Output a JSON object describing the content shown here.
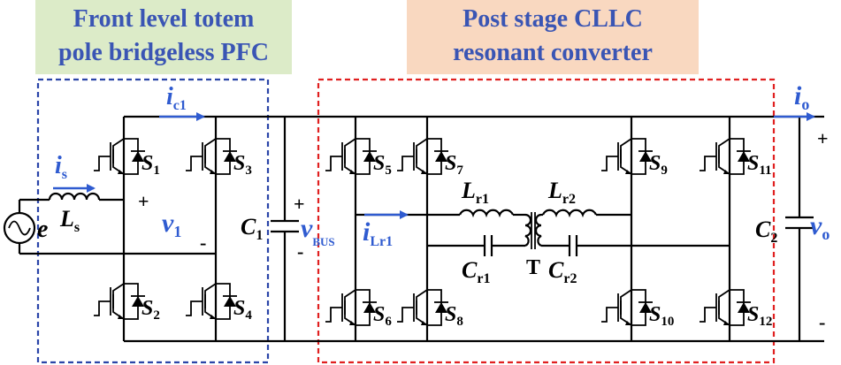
{
  "titles": {
    "pfc_line1": "Front level totem",
    "pfc_line2": "pole bridgeless PFC",
    "cllc_line1": "Post stage CLLC",
    "cllc_line2": "resonant converter"
  },
  "colors": {
    "pfc_box_fill": "#dcebc8",
    "cllc_box_fill": "#f9d8c0",
    "title_text": "#3a55b4",
    "pfc_dashed": "#2b45a8",
    "cllc_dashed": "#e02020",
    "current_arrow": "#2f5bd0"
  },
  "labels": {
    "source": "e",
    "inductor_L": "L",
    "inductor_L_sub": "s",
    "current_is": "i",
    "current_is_sub": "s",
    "current_ic1": "i",
    "current_ic1_sub": "c1",
    "v1": "v",
    "v1_sub": "1",
    "v1_plus": "+",
    "v1_minus": "-",
    "C1": "C",
    "C1_sub": "1",
    "vbus": "v",
    "vbus_sub": "BUS",
    "vbus_plus": "+",
    "vbus_minus": "-",
    "iLr1": "i",
    "iLr1_sub": "Lr1",
    "Lr1": "L",
    "Lr1_sub": "r1",
    "Lr2": "L",
    "Lr2_sub": "r2",
    "Cr1": "C",
    "Cr1_sub": "r1",
    "Cr2": "C",
    "Cr2_sub": "r2",
    "transformer": "T",
    "C2": "C",
    "C2_sub": "2",
    "vo": "v",
    "vo_sub": "o",
    "io": "i",
    "io_sub": "o",
    "out_plus": "+",
    "out_minus": "-"
  },
  "switches": [
    {
      "name": "S",
      "sub": "1"
    },
    {
      "name": "S",
      "sub": "3"
    },
    {
      "name": "S",
      "sub": "2"
    },
    {
      "name": "S",
      "sub": "4"
    },
    {
      "name": "S",
      "sub": "5"
    },
    {
      "name": "S",
      "sub": "7"
    },
    {
      "name": "S",
      "sub": "6"
    },
    {
      "name": "S",
      "sub": "8"
    },
    {
      "name": "S",
      "sub": "9"
    },
    {
      "name": "S",
      "sub": "11"
    },
    {
      "name": "S",
      "sub": "10"
    },
    {
      "name": "S",
      "sub": "12"
    }
  ]
}
